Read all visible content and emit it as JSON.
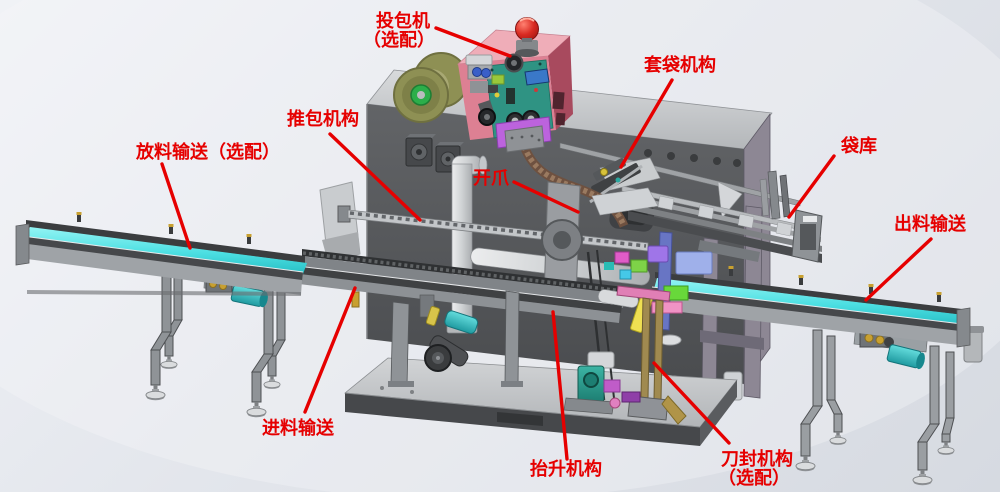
{
  "figure": {
    "type": "annotated-machine-diagram"
  },
  "labels": {
    "bag_feeder": {
      "line1": "投包机",
      "line2": "（选配）"
    },
    "bag_sleeving": {
      "text": "套袋机构"
    },
    "bag_magazine": {
      "text": "袋库"
    },
    "discharge_infeed": {
      "text": "放料输送（选配）"
    },
    "bag_pusher": {
      "text": "推包机构"
    },
    "claw_opener": {
      "text": "开爪"
    },
    "outfeed_conveyor": {
      "text": "出料输送"
    },
    "infeed_conveyor": {
      "text": "进料输送"
    },
    "lift_mechanism": {
      "text": "抬升机构"
    },
    "knife_sealer": {
      "line1": "刀封机构",
      "line2": "（选配）"
    }
  },
  "palette": {
    "annotation_red": "#e60000",
    "belt_cyan": "#4cdfe2",
    "machine_dark": "#55585b",
    "machine_light": "#c7c9cc",
    "frame_purple": "#8d8794",
    "feeder_pink": "#dd8093",
    "feeder_teal": "#2f9383",
    "beacon_red": "#cc2020",
    "spool_olive": "#8e9054",
    "motor_teal": "#2a9d8f"
  }
}
